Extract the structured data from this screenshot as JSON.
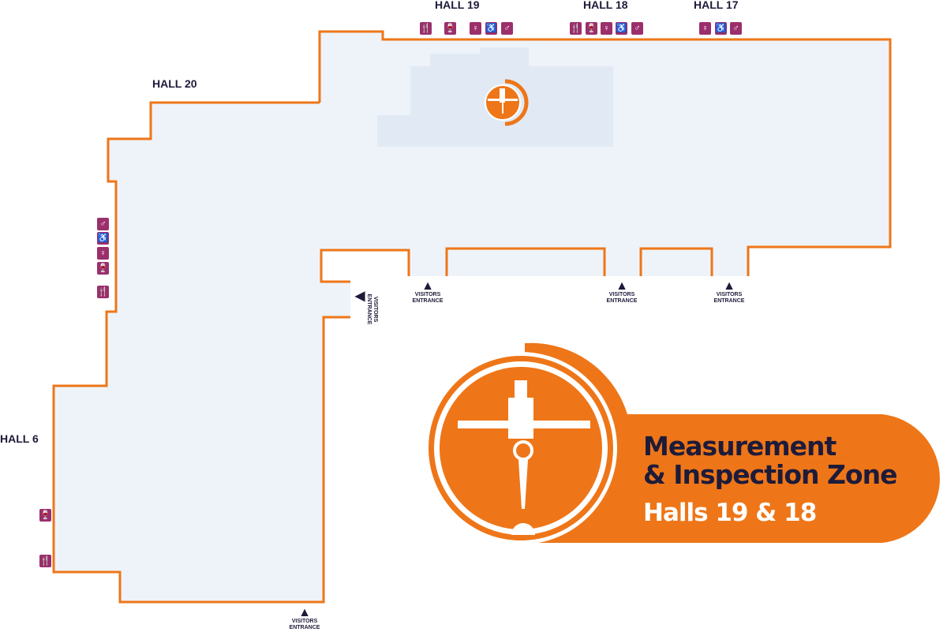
{
  "halls": {
    "h19": "HALL 19",
    "h18": "HALL 18",
    "h17": "HALL 17",
    "h20": "HALL 20",
    "h6": "HALL 6"
  },
  "entrance": {
    "line1": "VISITORS",
    "line2": "ENTRANCE"
  },
  "zone": {
    "title1": "Measurement",
    "title2": "& Inspection Zone",
    "subtitle": "Halls 19 & 18"
  },
  "amenities": {
    "restaurant": "restaurant-icon",
    "bar": "bar-icon",
    "female": "female-toilet-icon",
    "accessible": "accessible-toilet-icon",
    "male": "male-toilet-icon"
  },
  "colors": {
    "accent": "#ee7618",
    "amenity": "#9b2f6b",
    "floor": "#eef3f9",
    "text": "#1d1b3a"
  }
}
